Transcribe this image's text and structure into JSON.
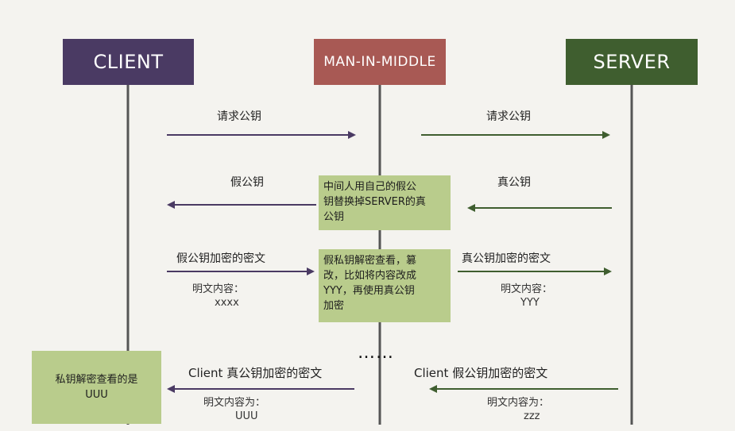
{
  "actors": {
    "client": "CLIENT",
    "mim": "MAN-IN-MIDDLE",
    "server": "SERVER"
  },
  "messages": {
    "req_key_left": "请求公钥",
    "req_key_right": "请求公钥",
    "fake_key": "假公钥",
    "real_key": "真公钥",
    "fake_cipher": "假公钥加密的密文",
    "fake_plain_label": "明文内容：",
    "fake_plain_value": "xxxx",
    "real_cipher": "真公钥加密的密文",
    "real_plain_label": "明文内容：",
    "real_plain_value": "YYY",
    "client_real_cipher": "Client 真公钥加密的密文",
    "client_real_plain_label": "明文内容为：",
    "client_real_plain_value": "UUU",
    "client_fake_cipher": "Client 假公钥加密的密文",
    "client_fake_plain_label": "明文内容为：",
    "client_fake_plain_value": "zzz",
    "ellipsis": "……"
  },
  "notes": {
    "mim_swap_line1": "中间人用自己的假公",
    "mim_swap_line2": "钥替换掉SERVER的真",
    "mim_swap_line3": "公钥",
    "mim_tamper_line1": "假私钥解密查看，篡",
    "mim_tamper_line2": "改，比如将内容改成",
    "mim_tamper_line3": "YYY，再使用真公钥",
    "mim_tamper_line4": "加密",
    "client_view_line1": "私钥解密查看的是",
    "client_view_line2": "UUU"
  },
  "colors": {
    "client": "#4a3a63",
    "mim": "#a85954",
    "server": "#3f5e2f",
    "note": "#b9cc8c",
    "lifeline": "#555555"
  }
}
